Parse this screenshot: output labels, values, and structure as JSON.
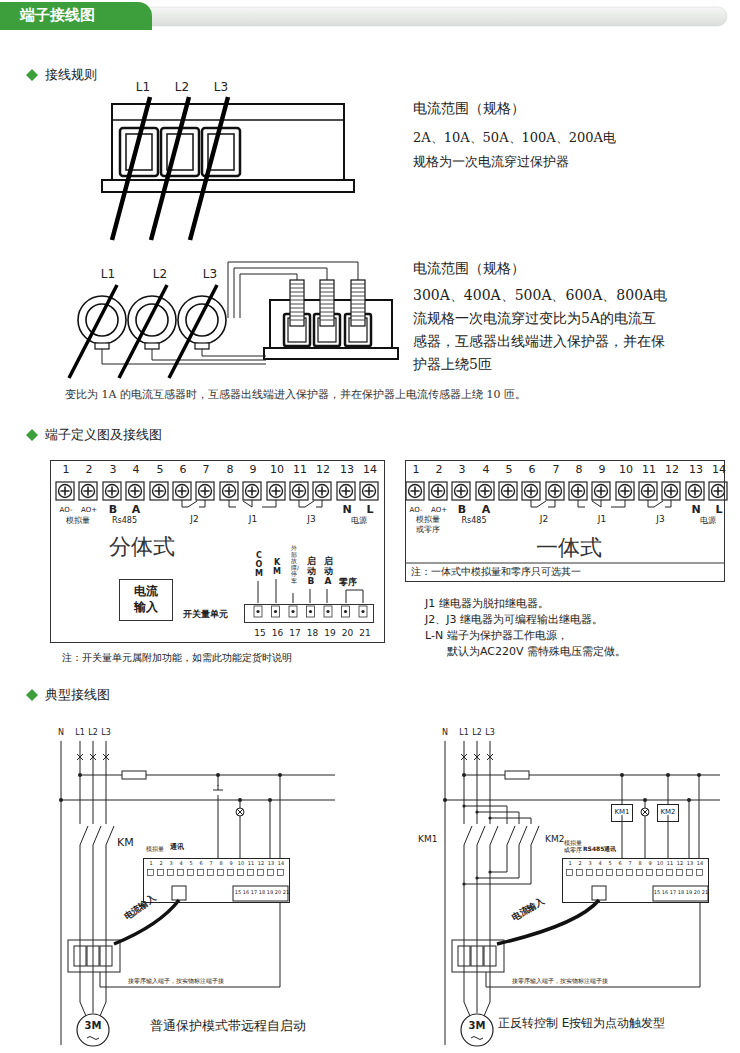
{
  "diagram": {
    "title": "端子接线图",
    "nodes": [
      {
        "text": [
          "1",
          "2",
          "3",
          "4",
          "5",
          "6",
          "7",
          "8",
          "9",
          "10",
          "11",
          "12",
          "13",
          "14",
          "AO-",
          "AO+",
          "模拟量",
          "B",
          "A",
          "Rs485",
          "J2",
          "J1",
          "J3",
          "N",
          "L",
          "电源",
          "分体式",
          "COM",
          "KM",
          "外部故障/停车",
          "启动B",
          "启动A",
          "零序"
        ]
      },
      {
        "text": [
          "电流输入"
        ],
        "in": 0
      },
      {
        "text": [
          "开关量单元",
          "15",
          "16",
          "17",
          "18",
          "19",
          "20",
          "21"
        ],
        "in": 0
      },
      {
        "text": [
          "1",
          "2",
          "3",
          "4",
          "5",
          "6",
          "7",
          "8",
          "9",
          "10",
          "11",
          "12",
          "13",
          "14",
          "AO-",
          "AO+",
          "模拟量或零序",
          "B",
          "A",
          "Rs485",
          "J2",
          "J1",
          "J3",
          "N",
          "L",
          "电源",
          "一体式",
          "注：一体式中模拟量和零序只可选其一"
        ]
      },
      {
        "text": [
          "模拟量",
          "通讯",
          "1",
          "2",
          "3",
          "4",
          "5",
          "6",
          "7",
          "8",
          "9",
          "10",
          "11",
          "12",
          "13",
          "14",
          "15",
          "16",
          "17",
          "18",
          "19",
          "20",
          "21"
        ]
      },
      {
        "text": [
          "3M"
        ]
      },
      {
        "text": [
          "模拟量或零序",
          "RS485通讯",
          "1",
          "2",
          "3",
          "4",
          "5",
          "6",
          "7",
          "8",
          "9",
          "10",
          "11",
          "12",
          "13",
          "14",
          "15",
          "16",
          "17",
          "18",
          "19",
          "20",
          "21"
        ]
      },
      {
        "text": [
          "KM1"
        ]
      },
      {
        "text": [
          "KM2"
        ]
      },
      {
        "text": [
          "3M"
        ]
      }
    ],
    "labels": [
      "接线规则",
      "L1",
      "L2",
      "L3",
      "电流范围（规格）",
      "2A、10A、50A、100A、200A电规格为一次电流穿过保护器",
      "L1",
      "L2",
      "L3",
      "电流范围（规格）",
      "300A、400A、500A、600A、800A电流规格一次电流穿过变比为5A的电流互感器，互感器出线端进入保护器，并在保护器上绕5匝",
      "变比为 1A 的电流互感器时，互感器出线端进入保护器，并在保护器上电流传感器上绕 10 匝。",
      "端子定义图及接线图",
      "J1 继电器为脱扣继电器。",
      "J2、J3 继电器为可编程输出继电器。",
      "L-N 端子为保护器工作电源，",
      "默认为AC220V 需特殊电压需定做。",
      "注：开关量单元属附加功能，如需此功能定货时说明",
      "典型接线图",
      "N",
      "L1",
      "L2",
      "L3",
      "KM",
      "电流输入",
      "接零序输入端子，按实物标注端子接",
      "普通保护模式带远程自启动",
      "N",
      "L1",
      "L2",
      "L3",
      "KM1",
      "KM2",
      "电流输入",
      "接零序输入端子，按实物标注端子接",
      "正反转控制 E按钮为点动触发型"
    ]
  }
}
